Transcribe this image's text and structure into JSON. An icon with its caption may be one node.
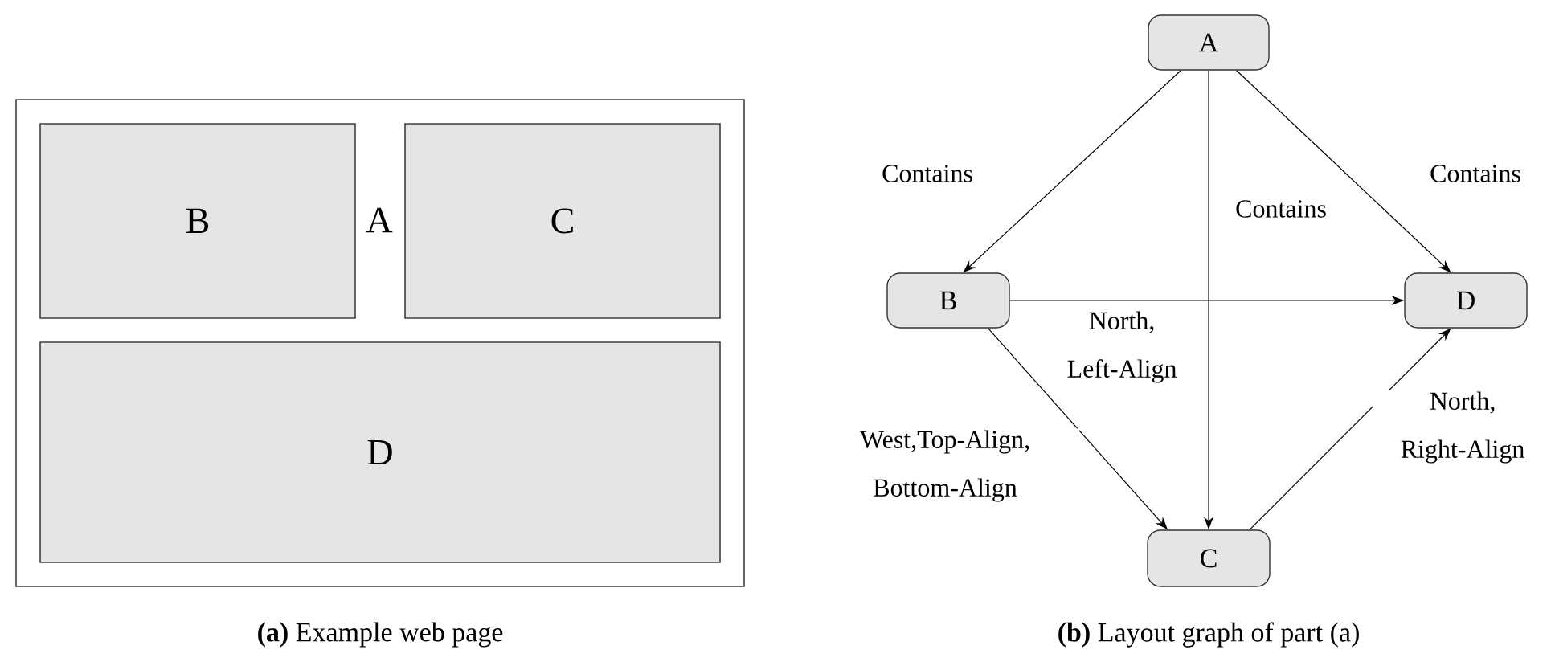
{
  "diagram": {
    "nodes": [
      {
        "text": [
          "A"
        ]
      },
      {
        "text": [
          "B"
        ],
        "in": 0
      },
      {
        "text": [
          "C"
        ],
        "in": 0
      },
      {
        "text": [
          "D"
        ],
        "in": 0
      },
      {
        "text": [
          "A"
        ]
      },
      {
        "text": [
          "B"
        ]
      },
      {
        "text": [
          "D"
        ]
      },
      {
        "text": [
          "C"
        ]
      }
    ],
    "edges": [
      {
        "from": 4,
        "to": 5,
        "arrow": "to",
        "label": "Contains"
      },
      {
        "from": 4,
        "to": 7,
        "arrow": "to",
        "label": "Contains"
      },
      {
        "from": 4,
        "to": 6,
        "arrow": "to",
        "label": "Contains"
      },
      {
        "from": 5,
        "to": 6,
        "arrow": "to",
        "label": "North, Left-Align"
      },
      {
        "from": 5,
        "to": 7,
        "arrow": "to",
        "label": "West,Top-Align, Bottom-Align"
      },
      {
        "from": 7,
        "to": 6,
        "arrow": "to",
        "label": "North, Right-Align"
      }
    ],
    "labels": [
      "**(a)** Example web page",
      "**(b)** Layout graph of part (a)"
    ]
  }
}
